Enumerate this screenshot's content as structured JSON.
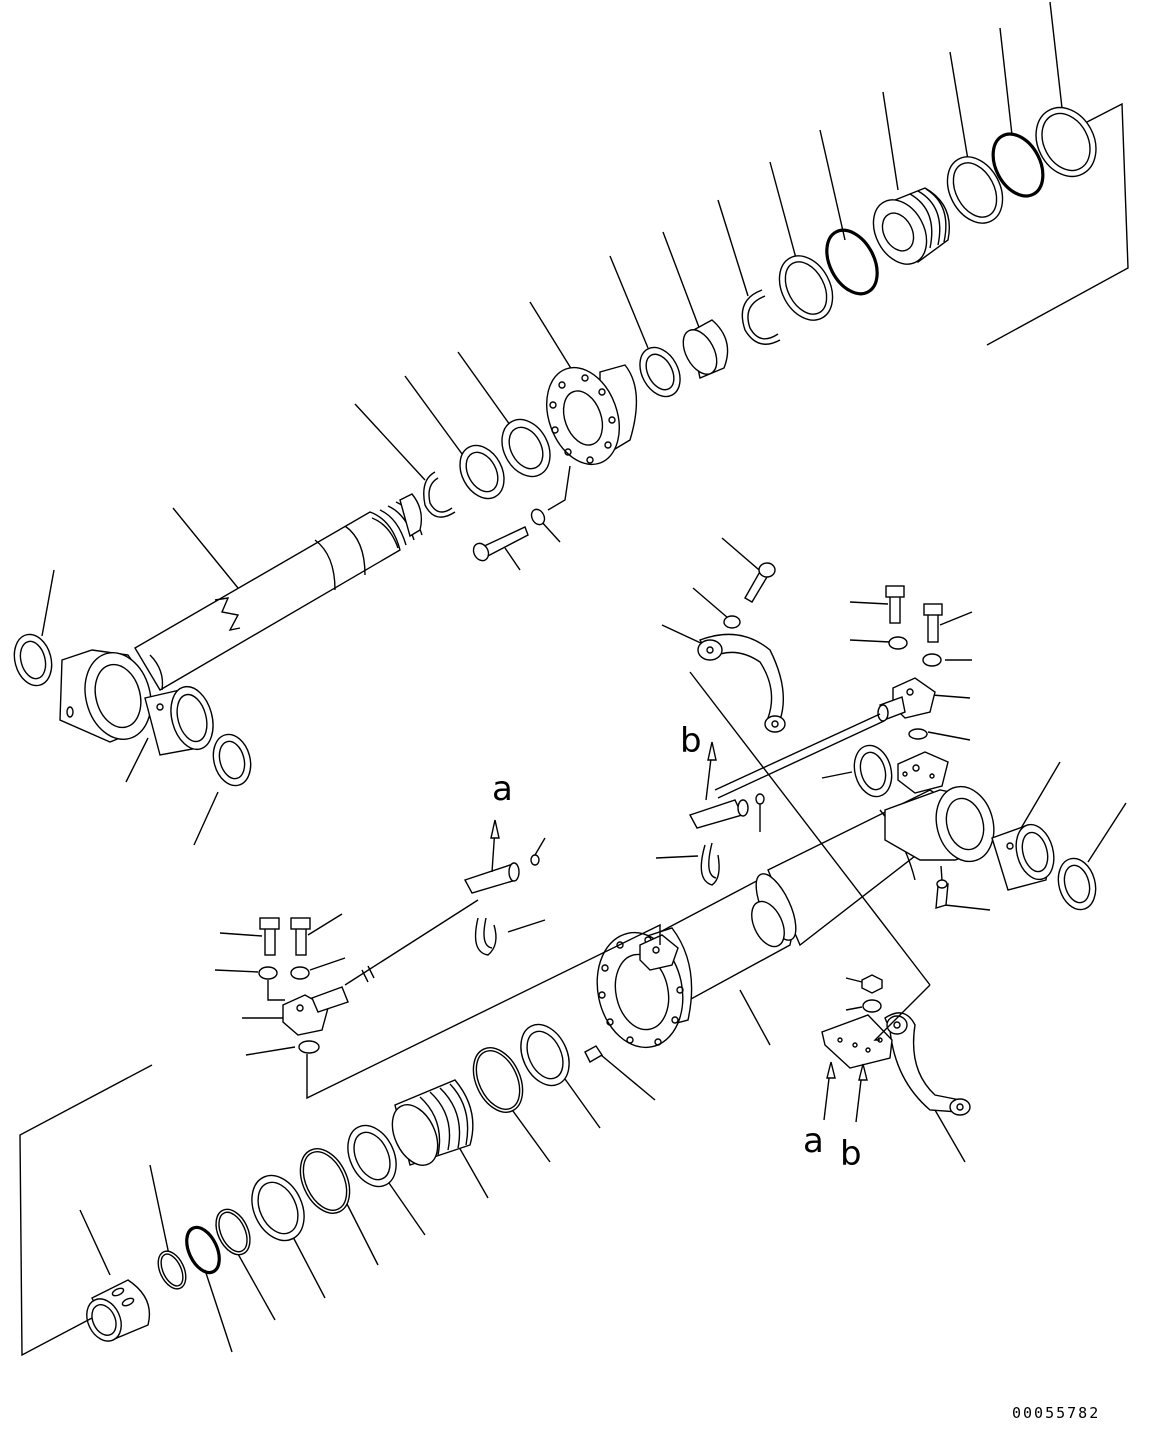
{
  "labels": {
    "a": "a",
    "b": "b"
  },
  "drawing_number": "00055782"
}
